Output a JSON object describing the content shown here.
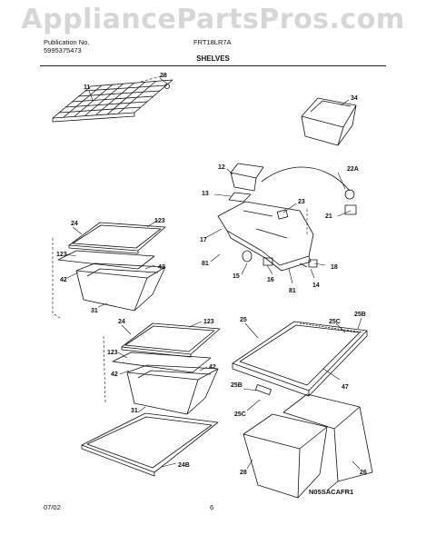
{
  "watermark": "AppliancePartsPros.com",
  "header": {
    "publication_label": "Publication No.",
    "publication_number": "5995375473",
    "model": "FRT18LR7A"
  },
  "title": "SHELVES",
  "footer": {
    "date": "07/02",
    "page": "6",
    "code": "N05SACAFR1"
  },
  "parts": [
    {
      "id": "p11",
      "label": "11"
    },
    {
      "id": "p28",
      "label": "28"
    },
    {
      "id": "p34",
      "label": "34"
    },
    {
      "id": "p12",
      "label": "12"
    },
    {
      "id": "p22a",
      "label": "22A"
    },
    {
      "id": "p13",
      "label": "13"
    },
    {
      "id": "p23",
      "label": "23"
    },
    {
      "id": "p21",
      "label": "21"
    },
    {
      "id": "p17",
      "label": "17"
    },
    {
      "id": "p81a",
      "label": "81"
    },
    {
      "id": "p15",
      "label": "15"
    },
    {
      "id": "p16",
      "label": "16"
    },
    {
      "id": "p18",
      "label": "18"
    },
    {
      "id": "p14",
      "label": "14"
    },
    {
      "id": "p81b",
      "label": "81"
    },
    {
      "id": "p24a",
      "label": "24"
    },
    {
      "id": "p123a",
      "label": "123"
    },
    {
      "id": "p123b",
      "label": "123"
    },
    {
      "id": "p42a",
      "label": "42"
    },
    {
      "id": "p42b",
      "label": "42"
    },
    {
      "id": "p31a",
      "label": "31"
    },
    {
      "id": "p24b",
      "label": "24"
    },
    {
      "id": "p123c",
      "label": "123"
    },
    {
      "id": "p123d",
      "label": "123"
    },
    {
      "id": "p42c",
      "label": "42"
    },
    {
      "id": "p42d",
      "label": "42"
    },
    {
      "id": "p31b",
      "label": "31"
    },
    {
      "id": "p24bb",
      "label": "24B"
    },
    {
      "id": "p25",
      "label": "25"
    },
    {
      "id": "p25b1",
      "label": "25B"
    },
    {
      "id": "p25c1",
      "label": "25C"
    },
    {
      "id": "p47",
      "label": "47"
    },
    {
      "id": "p25b2",
      "label": "25B"
    },
    {
      "id": "p25c2",
      "label": "25C"
    },
    {
      "id": "p28b",
      "label": "28"
    },
    {
      "id": "p26",
      "label": "26"
    }
  ]
}
